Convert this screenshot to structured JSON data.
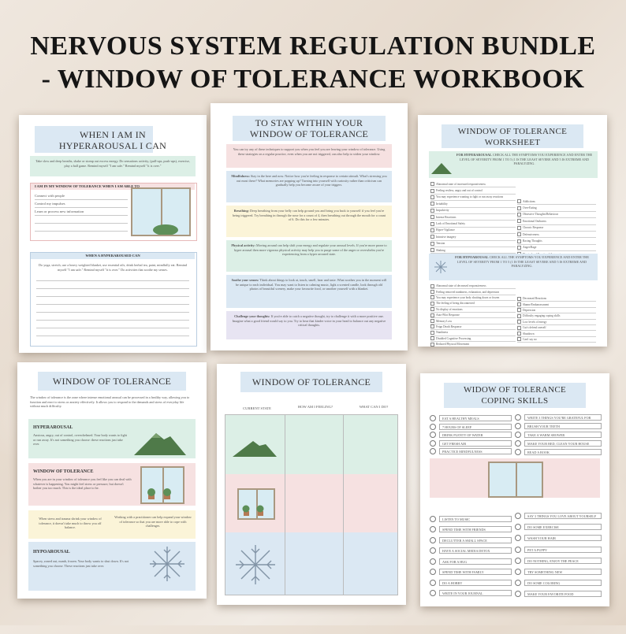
{
  "headline": {
    "line1": "NERVOUS SYSTEM REGULATION BUNDLE",
    "line2": "- WINDOW OF TOLERANCE WORKBOOK"
  },
  "p1": {
    "title_l1": "WHEN I AM IN",
    "title_l2": "HYPERAROUSAL I CAN",
    "intro": "Take slow and deep breaths, shake or stomp out excess energy. Do sensations activity, (pull-ups, push-ups), exercise, play a ball game. Remind myself \"I am safe.\" Remind myself \"it is over.\"",
    "section": "I AM IN MY WINDOW OF TOLERANCE WHEN I AM ABLE TO",
    "items": [
      "Connect with people",
      "Control my impulses",
      "Learn or process new information"
    ],
    "section2": "WHEN A HYPERAROUSED CAN",
    "body2": "Do yoga, stretch, use a heavy weighted blanket, use essential oils, drink herbal tea, paint, mindfully eat. Remind myself \"I am safe.\" Remind myself \"it is over.\" Do activities that soothe my senses."
  },
  "p2": {
    "title_l1": "TO STAY WITHIN YOUR",
    "title_l2": "WINDOW OF TOLERANCE",
    "intro": "You can try any of these techniques to support you when you feel you are leaving your window of tolerance. Using these strategies on a regular practice, even when you are not triggered, can also help to widen your window.",
    "b1_head": "Mindfulness:",
    "b1": "Stay in the here and now. Notice how you're feeling in response to certain stimuli. What's stressing you out most these? What memories are popping up? Turning into yourself with curiosity rather than criticism can gradually help you become aware of your triggers.",
    "b2_head": "Breathing:",
    "b2": "Deep breathing from your belly can help ground you and bring you back to yourself if you feel you're being triggered. Try breathing in through the nose for a count of 4, then breathing out through the mouth for a count of 6. Do this for a few minutes.",
    "b3_head": "Physical activity:",
    "b3": "Moving around can help shift your energy and regulate your arousal levels. If you're more prone to hyper arousal then more vigorous physical activity may help you to purge some of the anger or overwhelm you're experiencing from a hyper aroused state.",
    "b4_head": "Soothe your senses:",
    "b4": "Think about things to look at, touch, smell, hear and taste. What soothes you in the moment will be unique to each individual. You may want to listen to calming music, light a scented candle, look through old photos of beautiful scenery, make your favourite food, or smother yourself with a blanket.",
    "b5_head": "Challenge your thoughts:",
    "b5": "If you're able to catch a negative thought, try to challenge it with a more positive one. Imagine what a good friend would say to you. Try to hear that kinder voice in your head to balance out any negative critical thoughts."
  },
  "p3": {
    "title_l1": "WINDOW OF TOLERANCE",
    "title_l2": "WORKSHEET",
    "hyper_head": "FOR HYPERAROUSAL",
    "hyper_text": "CHECK ALL THE SYMPTOMS YOU EXPERIENCE AND ENTER THE LEVEL OF SEVERITY FROM 1 TO 5 (1 IS THE LEAST SEVERE AND 5 IS EXTREME AND PARALYZING.",
    "hyper_items_l": [
      "Abnormal state of increased responsiveness",
      "Feeling restless, angry and out of control",
      "You may experience wanting to fight or run away reactions",
      "Irritability",
      "Impulsivity",
      "Intense Reactions",
      "Lack of Emotional Safety",
      "Hyper-Vigilance",
      "Intrusive imagery",
      "Tension",
      "Shaking",
      "Rigidness"
    ],
    "hyper_items_r": [
      "Addictions",
      "Over-Eating",
      "Obsessive Thoughts/Behaviour",
      "Emotional Outbursts",
      "Chronic Response",
      "Defensiveness",
      "Racing Thoughts",
      "Anger/Rage",
      "Physical and Emotional Aggression"
    ],
    "hypo_head": "FOR HYPOAROUSAL",
    "hypo_text": "CHECK ALL THE SYMPTOMS YOU EXPERIENCE AND ENTER THE LEVEL OF SEVERITY FROM 1 TO 5 (1 IS THE LEAST SEVERE AND 5 IS EXTREME AND PARALYZING.",
    "hypo_items_l": [
      "Abnormal state of decreased responsiveness",
      "Feeling removed numbness, exhaustion, and depression",
      "You may experience your body shutting down or frozen",
      "The feeling of being disconnected",
      "No display of emotions",
      "Auto-Pilot Response",
      "Memory Loss",
      "Feign Death Response",
      "Numbness",
      "Disabled Cognitive Processing",
      "Reduced Physical Movement"
    ],
    "hypo_items_r": [
      "Decreased Reactions",
      "Shame/Embarrassment",
      "Depression",
      "Difficulty engaging coping skills",
      "Low levels of energy",
      "Cut/s defend oneself",
      "Shutdown",
      "Can't say no"
    ]
  },
  "p4": {
    "title": "WINDOW OF TOLERANCE",
    "intro": "The window of tolerance is the zone where intense emotional arousal can be processed in a healthy way, allowing you to function and react to stress or anxiety effectively. It allows you to respond to the demands and stress of everyday life without much difficulty.",
    "hyper_head": "HYPERAROUSAL",
    "hyper_text": "Anxious, angry, out of control, overwhelmed. Your body wants to fight or run away. It's not something you choose: these reactions just take over.",
    "wot_head": "WINDOW OF TOLERANCE",
    "wot_text": "When you are in your window of tolerance you feel like you can deal with whatever is happening. You might feel stress or pressure, but doesn't bother you too much. This is the ideal place to be.",
    "mid_l": "When stress and trauma shrink your window of tolerance, it doesn't take much to throw you off balance.",
    "mid_r": "Working with a practitioner can help expand your window of tolerance so that you are more able to cope with challenges.",
    "hypo_head": "HYPOAROUSAL",
    "hypo_text": "Spacey, zoned out, numb, frozen. Your body wants to shut down. It's not something you choose. These reactions just take over."
  },
  "p5": {
    "title": "WINDOW OF TOLERANCE",
    "cols": [
      "CURRENT STATE",
      "HOW AM I FEELING?",
      "WHAT CAN I DO?"
    ]
  },
  "p6": {
    "title_l1": "WIDOW OF TOLERANCE",
    "title_l2": "COPING SKILLS",
    "top_l": [
      "EAT A HEALTHY MEALS",
      "7 HOURS OF SLEEP",
      "DRINK PLENTY OF WATER",
      "GET FRESH AIR",
      "PRACTICE MINDFULNESS"
    ],
    "top_r": [
      "WRITE 3 THINGS YOU'RE GRATEFUL FOR",
      "BRUSH YOUR TEETH",
      "TAKE A WARM SHOWER",
      "MAKE YOUR BED, CLEAN YOUR HOUSE",
      "READ A BOOK"
    ],
    "bot_l": [
      "LISTEN TO MUSIC",
      "SPEND TIME WITH FRIENDS",
      "DECLUTTER A SMALL SPACE",
      "HAVE A SOCIAL MEDIA DETOX",
      "ASK FOR A HUG",
      "SPEND TIME WITH FAMILY",
      "DO A HOBBY",
      "WRITE IN YOUR JOURNAL"
    ],
    "bot_r": [
      "SAY 3 THINGS YOU LOVE ABOUT YOURSELF",
      "DO SOME EXERCISE",
      "WASH YOUR HAIR",
      "PET A PUPPY",
      "DO NOTHING, ENJOY THE PEACE",
      "TRY SOMETHING NEW",
      "DO SOME COLORING",
      "MAKE YOUR FAVORITE FOOD"
    ]
  },
  "colors": {
    "blue_band": "#dbe8f3",
    "pink_band": "#f6e1e1",
    "green_band": "#dcefe6",
    "yellow_band": "#fbf4d8",
    "purple_band": "#e7e4f2",
    "mountain": "#4f7a49"
  }
}
